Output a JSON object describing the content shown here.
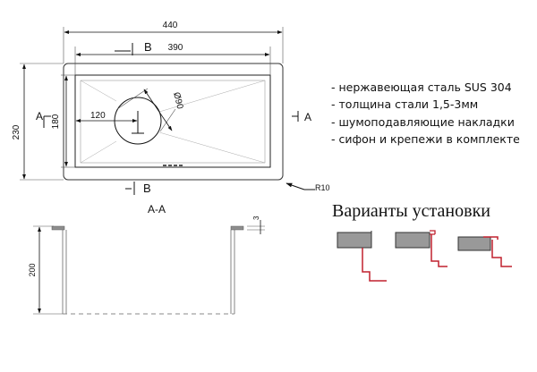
{
  "drawing": {
    "plan": {
      "dim_overall_width": "440",
      "dim_inner_width": "390",
      "dim_overall_height": "230",
      "dim_inner_height": "180",
      "dim_drain_offset": "120",
      "dim_drain_diameter": "Ø90",
      "dim_corner_radius": "R10",
      "section_mark_b_top": "B",
      "section_mark_b_bottom": "B",
      "section_mark_a_left": "A",
      "section_mark_a_right": "A"
    },
    "section": {
      "title": "A-A",
      "dim_depth": "200",
      "dim_thickness": "3"
    }
  },
  "specs": [
    "- нержавеющая сталь SUS 304",
    "- толщина стали 1,5-3мм",
    "- шумоподавляющие накладки",
    "- сифон и крепежи в комплекте"
  ],
  "installation": {
    "title": "Варианты установки",
    "options": [
      "flush-mount",
      "undermount",
      "overmount"
    ]
  },
  "colors": {
    "line": "#111111",
    "fill": "#9a9a9a",
    "accent": "#c0202e"
  }
}
